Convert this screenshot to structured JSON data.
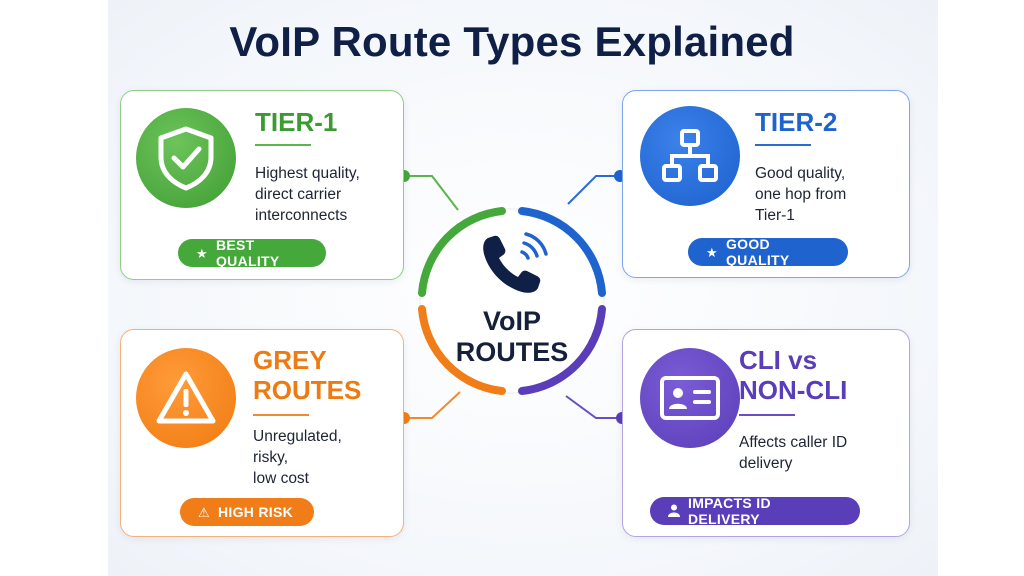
{
  "title": "VoIP Route Types Explained",
  "hub": {
    "line1": "VoIP",
    "line2": "ROUTES",
    "icon": "phone-signal-icon"
  },
  "cards": {
    "tier1": {
      "heading": "TIER-1",
      "description": "Highest quality,\ndirect carrier\ninterconnects",
      "badge": "BEST QUALITY",
      "badge_icon": "star-icon",
      "icon": "shield-check-icon",
      "color": "#45a83a"
    },
    "tier2": {
      "heading": "TIER-2",
      "description": "Good quality,\none hop from\nTier-1",
      "badge": "GOOD QUALITY",
      "badge_icon": "star-icon",
      "icon": "network-hierarchy-icon",
      "color": "#1f63cf"
    },
    "grey": {
      "heading_line1": "GREY",
      "heading_line2": "ROUTES",
      "description": "Unregulated,\nrisky,\nlow cost",
      "badge": "HIGH RISK",
      "badge_icon": "warning-icon",
      "icon": "warning-triangle-icon",
      "color": "#f07d18"
    },
    "cli": {
      "heading_line1": "CLI vs",
      "heading_line2": "NON-CLI",
      "description": "Affects caller ID\ndelivery",
      "badge": "IMPACTS ID DELIVERY",
      "badge_icon": "user-icon",
      "icon": "id-card-icon",
      "color": "#5a3db8"
    }
  }
}
